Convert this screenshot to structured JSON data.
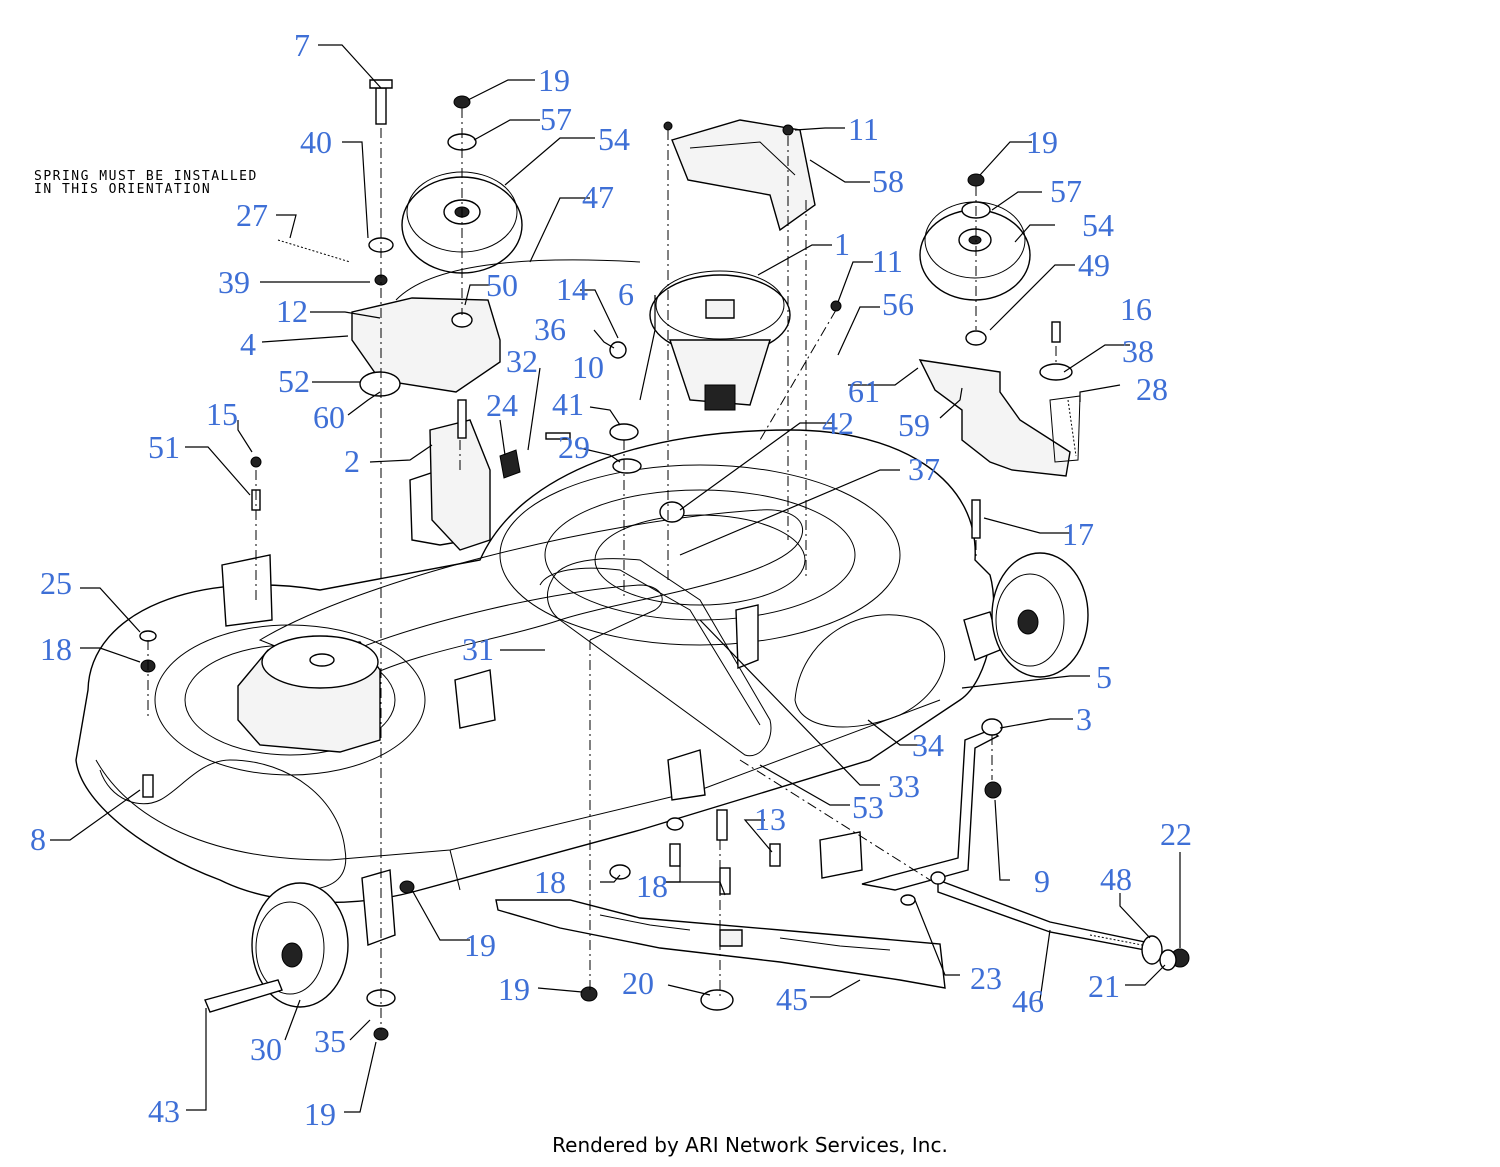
{
  "note": {
    "line1": "SPRING MUST BE INSTALLED",
    "line2": "IN THIS ORIENTATION"
  },
  "footer": "Rendered by ARI Network Services, Inc.",
  "callout_color": "#3e6fd6",
  "callouts": [
    {
      "id": "c7",
      "text": "7"
    },
    {
      "id": "c19a",
      "text": "19"
    },
    {
      "id": "c57a",
      "text": "57"
    },
    {
      "id": "c54a",
      "text": "54"
    },
    {
      "id": "c40",
      "text": "40"
    },
    {
      "id": "c27",
      "text": "27"
    },
    {
      "id": "c47",
      "text": "47"
    },
    {
      "id": "c11a",
      "text": "11"
    },
    {
      "id": "c58",
      "text": "58"
    },
    {
      "id": "c19b",
      "text": "19"
    },
    {
      "id": "c57b",
      "text": "57"
    },
    {
      "id": "c54b",
      "text": "54"
    },
    {
      "id": "c1",
      "text": "1"
    },
    {
      "id": "c11b",
      "text": "11"
    },
    {
      "id": "c49",
      "text": "49"
    },
    {
      "id": "c39",
      "text": "39"
    },
    {
      "id": "c50",
      "text": "50"
    },
    {
      "id": "c14",
      "text": "14"
    },
    {
      "id": "c6",
      "text": "6"
    },
    {
      "id": "c56",
      "text": "56"
    },
    {
      "id": "c16",
      "text": "16"
    },
    {
      "id": "c12",
      "text": "12"
    },
    {
      "id": "c36",
      "text": "36"
    },
    {
      "id": "c38",
      "text": "38"
    },
    {
      "id": "c4",
      "text": "4"
    },
    {
      "id": "c32",
      "text": "32"
    },
    {
      "id": "c10",
      "text": "10"
    },
    {
      "id": "c28",
      "text": "28"
    },
    {
      "id": "c52",
      "text": "52"
    },
    {
      "id": "c61",
      "text": "61"
    },
    {
      "id": "c41",
      "text": "41"
    },
    {
      "id": "c15",
      "text": "15"
    },
    {
      "id": "c24",
      "text": "24"
    },
    {
      "id": "c60",
      "text": "60"
    },
    {
      "id": "c59",
      "text": "59"
    },
    {
      "id": "c42",
      "text": "42"
    },
    {
      "id": "c51",
      "text": "51"
    },
    {
      "id": "c2",
      "text": "2"
    },
    {
      "id": "c29",
      "text": "29"
    },
    {
      "id": "c37",
      "text": "37"
    },
    {
      "id": "c17",
      "text": "17"
    },
    {
      "id": "c25",
      "text": "25"
    },
    {
      "id": "c18a",
      "text": "18"
    },
    {
      "id": "c31",
      "text": "31"
    },
    {
      "id": "c5",
      "text": "5"
    },
    {
      "id": "c3",
      "text": "3"
    },
    {
      "id": "c34",
      "text": "34"
    },
    {
      "id": "c33",
      "text": "33"
    },
    {
      "id": "c53",
      "text": "53"
    },
    {
      "id": "c13",
      "text": "13"
    },
    {
      "id": "c8",
      "text": "8"
    },
    {
      "id": "c22",
      "text": "22"
    },
    {
      "id": "c9",
      "text": "9"
    },
    {
      "id": "c48",
      "text": "48"
    },
    {
      "id": "c18b",
      "text": "18"
    },
    {
      "id": "c18c",
      "text": "18"
    },
    {
      "id": "c19c",
      "text": "19"
    },
    {
      "id": "c23",
      "text": "23"
    },
    {
      "id": "c46",
      "text": "46"
    },
    {
      "id": "c21",
      "text": "21"
    },
    {
      "id": "c20",
      "text": "20"
    },
    {
      "id": "c45",
      "text": "45"
    },
    {
      "id": "c19d",
      "text": "19"
    },
    {
      "id": "c30",
      "text": "30"
    },
    {
      "id": "c35",
      "text": "35"
    },
    {
      "id": "c43",
      "text": "43"
    },
    {
      "id": "c19e",
      "text": "19"
    }
  ]
}
